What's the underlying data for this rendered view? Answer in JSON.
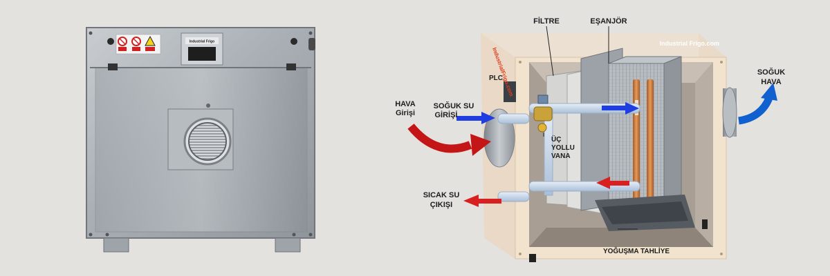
{
  "labels": {
    "filtre": "FİLTRE",
    "esanjor": "EŞANJÖR",
    "plc": "PLC",
    "hava_girisi_1": "HAVA",
    "hava_girisi_2": "Girişi",
    "soguk_su_1": "SOĞUK SU",
    "soguk_su_2": "GİRİŞİ",
    "uc_yollu_1": "ÜÇ",
    "uc_yollu_2": "YOLLU",
    "uc_yollu_3": "VANA",
    "sicak_su_1": "SICAK SU",
    "sicak_su_2": "ÇIKIŞI",
    "soguk_hava_1": "SOĞUK",
    "soguk_hava_2": "HAVA",
    "yogusma": "YOĞUŞMA TAHLİYE",
    "brand_top": "Industrial Frigo.com",
    "brand_side": "IndustrialFrigo.com",
    "unit_badge": "Industrial Frigo"
  },
  "colors": {
    "background": "#e4e2df",
    "cold_water": "#1f3de0",
    "hot_water": "#d92020",
    "air_in": "#c41616",
    "air_out": "#1060d0",
    "copper": "#d07a3c",
    "frame": "#f2e3cf"
  },
  "icons": {
    "warning_stickers": [
      "no-fire-icon",
      "no-entry-icon",
      "electric-warning-icon"
    ]
  }
}
